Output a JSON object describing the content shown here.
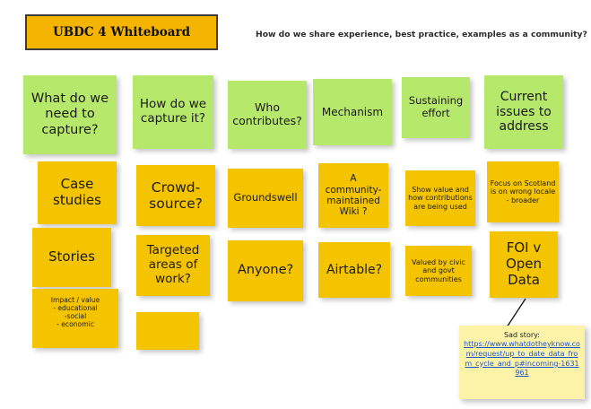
{
  "board": {
    "title": "UBDC 4 Whiteboard",
    "header_question": "How do we share experience, best practice, examples as a community?",
    "colors": {
      "green_note": "#b6e86b",
      "yellow_note": "#f5c400",
      "title_box": "#f4b400",
      "link_note": "#fcf3a8",
      "link_text": "#2255cc"
    }
  },
  "columns": [
    {
      "heading": "What do we need to capture?",
      "notes": [
        {
          "text": "Case studies"
        },
        {
          "text": "Stories"
        },
        {
          "text": "Impact / value\n- educational\n-social\n- economic"
        }
      ]
    },
    {
      "heading": "How do we capture it?",
      "notes": [
        {
          "text": "Crowd-source?"
        },
        {
          "text": "Targeted areas of work?"
        },
        {
          "text": ""
        }
      ]
    },
    {
      "heading": "Who contributes?",
      "notes": [
        {
          "text": "Groundswell"
        },
        {
          "text": "Anyone?"
        }
      ]
    },
    {
      "heading": "Mechanism",
      "notes": [
        {
          "text": "A community-maintained Wiki ?"
        },
        {
          "text": "Airtable?"
        }
      ]
    },
    {
      "heading": "Sustaining effort",
      "notes": [
        {
          "text": "Show value and how contributions are being used"
        },
        {
          "text": "Valued by civic and govt communities"
        }
      ]
    },
    {
      "heading": "Current issues to address",
      "notes": [
        {
          "text": "Focus on Scotland is on wrong locale - broader"
        },
        {
          "text": "FOI  v Open Data"
        }
      ]
    }
  ],
  "link_note": {
    "label": "Sad story:",
    "url": "https://www.whatdotheyknow.com/request/up_to_date_data_from_cycle_and_p#incoming-1631961"
  }
}
